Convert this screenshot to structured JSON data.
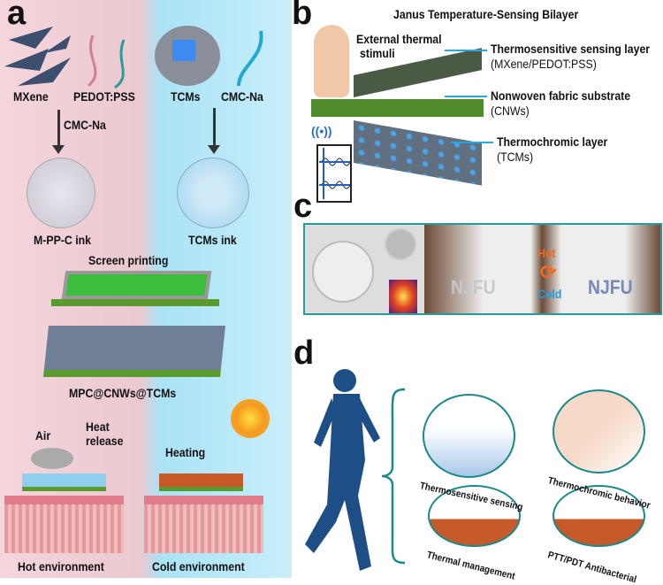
{
  "panel_a": {
    "label": "a",
    "mxene": "MXene",
    "pedot": "PEDOT:PSS",
    "tcms": "TCMs",
    "cmcna_top": "CMC-Na",
    "cmcna_side": "CMC-Na",
    "mppc_ink": "M-PP-C ink",
    "tcms_ink": "TCMs ink",
    "screen_printing": "Screen printing",
    "composite": "MPC@CNWs@TCMs",
    "air": "Air",
    "heat_release_1": "Heat",
    "heat_release_2": "release",
    "heating": "Heating",
    "hot_env": "Hot environment",
    "cold_env": "Cold environment"
  },
  "panel_b": {
    "label": "b",
    "title": "Janus Temperature-Sensing Bilayer",
    "stimuli_1": "External thermal",
    "stimuli_2": "stimuli",
    "layer1": "Thermosensitive sensing layer",
    "layer1_sub": "(MXene/PEDOT:PSS)",
    "layer2": "Nonwoven fabric substrate",
    "layer2_sub": "(CNWs)",
    "layer3": "Thermochromic layer",
    "layer3_sub": "(TCMs)"
  },
  "panel_c": {
    "label": "c",
    "hot": "Hot",
    "cold": "Cold",
    "shirt1": "NJFU",
    "shirt2": "NJFU"
  },
  "panel_d": {
    "label": "d",
    "app1": "Thermosensitive sensing",
    "app2": "Thermochromic behavior",
    "app3": "Thermal management",
    "app4": "PTT/PDT Antibacterial"
  }
}
